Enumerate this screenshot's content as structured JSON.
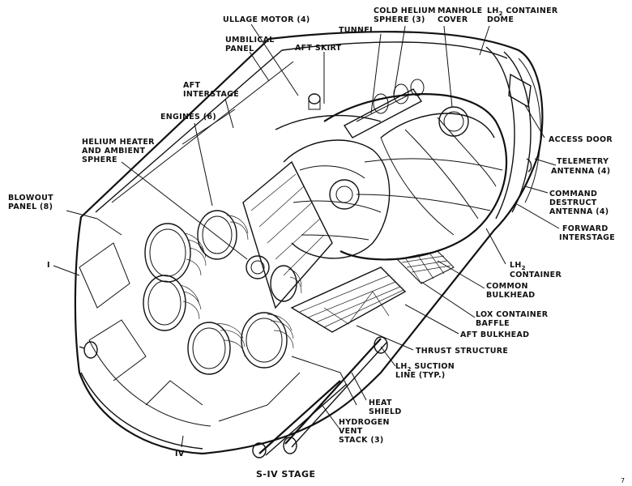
{
  "title": "S-IV STAGE",
  "page_number": "7",
  "labels": {
    "ullage_motor": "ULLAGE MOTOR (4)",
    "cold_helium_1": "COLD HELIUM",
    "cold_helium_2": "SPHERE (3)",
    "manhole_1": "MANHOLE",
    "manhole_2": "COVER",
    "lh2_dome_1": "LH",
    "lh2_dome_sub": "2",
    "lh2_dome_2": " CONTAINER",
    "lh2_dome_3": "DOME",
    "tunnel": "TUNNEL",
    "umbilical_1": "UMBILICAL",
    "umbilical_2": "PANEL",
    "aft_skirt": "AFT SKIRT",
    "aft_interstage_1": "AFT",
    "aft_interstage_2": "INTERSTAGE",
    "engines": "ENGINES (6)",
    "helium_heater_1": "HELIUM HEATER",
    "helium_heater_2": "AND AMBIENT",
    "helium_heater_3": "SPHERE",
    "blowout_1": "BLOWOUT",
    "blowout_2": "PANEL (8)",
    "roman_1": "I",
    "roman_4": "IV",
    "access_door": "ACCESS DOOR",
    "telemetry_1": "TELEMETRY",
    "telemetry_2": "ANTENNA (4)",
    "command_1": "COMMAND",
    "command_2": "DESTRUCT",
    "command_3": "ANTENNA (4)",
    "forward_1": "FORWARD",
    "forward_2": "INTERSTAGE",
    "lh2_container_1": "LH",
    "lh2_container_sub": "2",
    "lh2_container_2": "CONTAINER",
    "common_bulkhead_1": "COMMON",
    "common_bulkhead_2": "BULKHEAD",
    "lox_baffle_1": "LOX CONTAINER",
    "lox_baffle_2": "BAFFLE",
    "aft_bulkhead": "AFT BULKHEAD",
    "thrust_structure": "THRUST STRUCTURE",
    "suction_1": "LH",
    "suction_sub": "2",
    "suction_2": " SUCTION",
    "suction_3": "LINE (TYP.)",
    "heat_shield_1": "HEAT",
    "heat_shield_2": "SHIELD",
    "hydrogen_vent_1": "HYDROGEN",
    "hydrogen_vent_2": "VENT",
    "hydrogen_vent_3": "STACK (3)"
  }
}
